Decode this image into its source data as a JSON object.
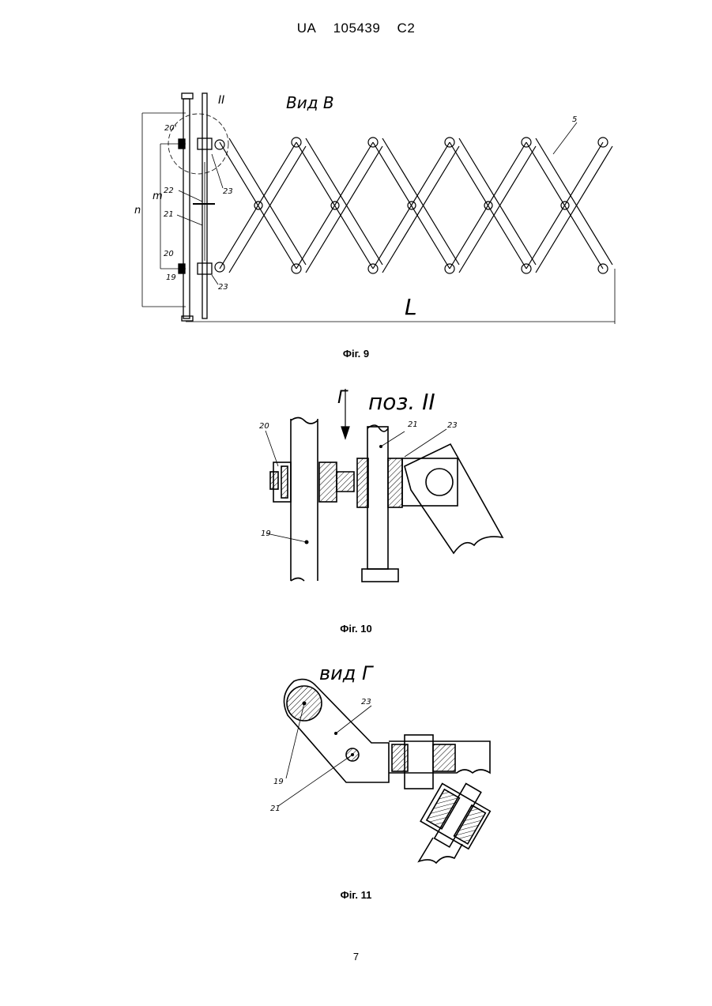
{
  "header": {
    "country": "UA",
    "number": "105439",
    "kind": "C2"
  },
  "figures": [
    {
      "caption": "Фіг. 9",
      "view_label": "Вид В",
      "labels": [
        "II",
        "20'",
        "22",
        "21",
        "20",
        "19",
        "5",
        "23",
        "23",
        "n",
        "m",
        "L"
      ]
    },
    {
      "caption": "Фіг. 10",
      "arrow_label": "Г",
      "view_label": "поз. II",
      "labels": [
        "20",
        "21",
        "23",
        "19"
      ]
    },
    {
      "caption": "Фіг. 11",
      "view_label": "вид Г",
      "labels": [
        "23",
        "19",
        "21"
      ]
    }
  ],
  "page_number": "7"
}
